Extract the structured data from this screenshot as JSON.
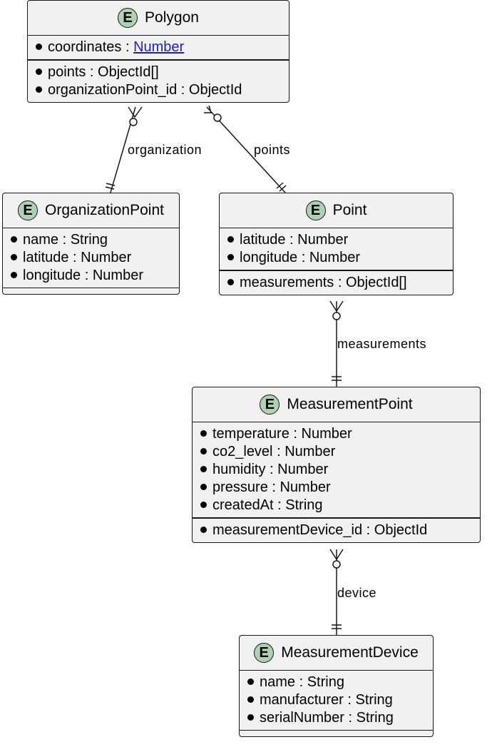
{
  "entities": {
    "polygon": {
      "badge": "E",
      "name": "Polygon",
      "sections": [
        [
          {
            "name": "coordinates",
            "type": "Number",
            "type_is_link": true
          }
        ],
        [
          {
            "name": "points",
            "type": "ObjectId[]"
          },
          {
            "name": "organizationPoint_id",
            "type": "ObjectId"
          }
        ]
      ]
    },
    "organization_point": {
      "badge": "E",
      "name": "OrganizationPoint",
      "sections": [
        [
          {
            "name": "name",
            "type": "String"
          },
          {
            "name": "latitude",
            "type": "Number"
          },
          {
            "name": "longitude",
            "type": "Number"
          }
        ]
      ]
    },
    "point": {
      "badge": "E",
      "name": "Point",
      "sections": [
        [
          {
            "name": "latitude",
            "type": "Number"
          },
          {
            "name": "longitude",
            "type": "Number"
          }
        ],
        [
          {
            "name": "measurements",
            "type": "ObjectId[]"
          }
        ]
      ]
    },
    "measurement_point": {
      "badge": "E",
      "name": "MeasurementPoint",
      "sections": [
        [
          {
            "name": "temperature",
            "type": "Number"
          },
          {
            "name": "co2_level",
            "type": "Number"
          },
          {
            "name": "humidity",
            "type": "Number"
          },
          {
            "name": "pressure",
            "type": "Number"
          },
          {
            "name": "createdAt",
            "type": "String"
          }
        ],
        [
          {
            "name": "measurementDevice_id",
            "type": "ObjectId"
          }
        ]
      ]
    },
    "measurement_device": {
      "badge": "E",
      "name": "MeasurementDevice",
      "sections": [
        [
          {
            "name": "name",
            "type": "String"
          },
          {
            "name": "manufacturer",
            "type": "String"
          },
          {
            "name": "serialNumber",
            "type": "String"
          }
        ]
      ]
    }
  },
  "relations": {
    "organization": "organization",
    "points": "points",
    "measurements": "measurements",
    "device": "device"
  },
  "colors": {
    "entity_fill": "#f1f1f1",
    "badge_fill": "#ADD1B2",
    "border": "#181818",
    "link": "#2020c8"
  }
}
